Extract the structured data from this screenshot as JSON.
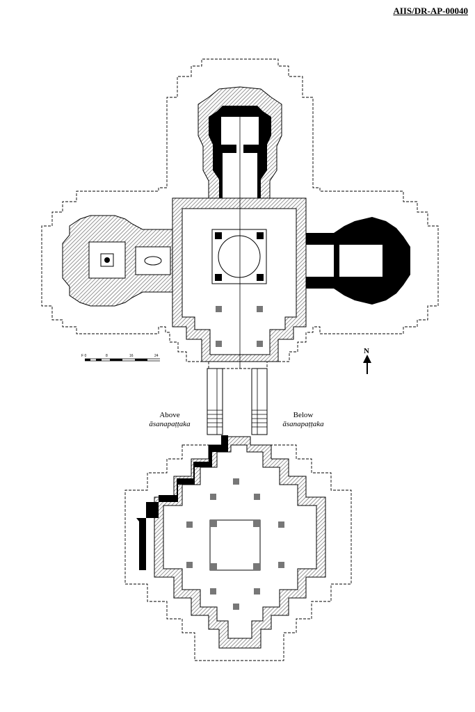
{
  "reference_id": "AIIS/DR-AP-00040",
  "scale": {
    "labels": [
      "F 0",
      "8",
      "16",
      "24"
    ]
  },
  "north": {
    "label": "N"
  },
  "annotations": {
    "above": {
      "line1": "Above",
      "line2": "āsanapaṭṭaka"
    },
    "below": {
      "line1": "Below",
      "line2": "āsanapaṭṭaka"
    }
  },
  "colors": {
    "ink": "#000000",
    "hatch": "#8a8a8a",
    "paper": "#ffffff"
  }
}
